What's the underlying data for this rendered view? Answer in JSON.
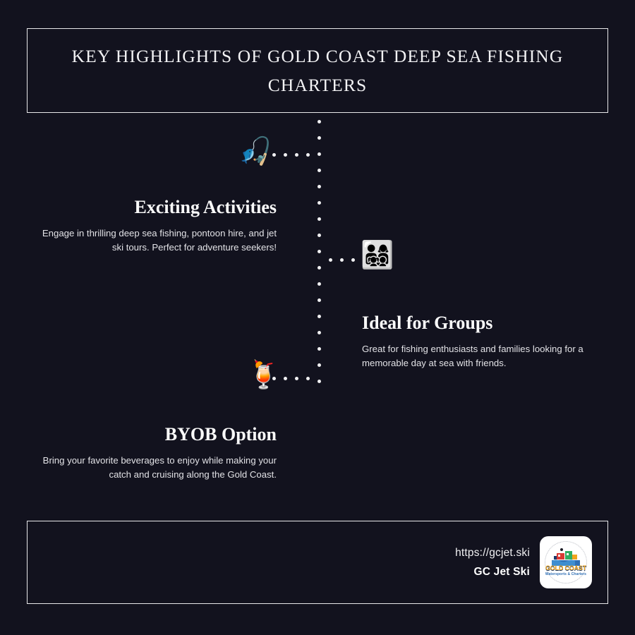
{
  "theme": {
    "background": "#12121e",
    "border": "#e8e8ea",
    "heading_color": "#fafafa",
    "body_color": "#e2e2e6",
    "dot_color": "#f0f0f2"
  },
  "title": {
    "text": "Key Highlights of Gold Coast Deep Sea Fishing Charters"
  },
  "blocks": [
    {
      "id": "activities",
      "icon": "🎣",
      "icon_name": "fishing-pole-emoji",
      "heading": "Exciting Activities",
      "body": "Engage in thrilling deep sea fishing, pontoon hire, and jet ski tours. Perfect for adventure seekers!"
    },
    {
      "id": "groups",
      "icon": "👨‍👩‍👧‍👦",
      "icon_name": "family-emoji",
      "heading": "Ideal for Groups",
      "body": "Great for fishing enthusiasts and families looking for a memorable day at sea with friends."
    },
    {
      "id": "byob",
      "icon": "🍹",
      "icon_name": "tropical-drink-emoji",
      "heading": "BYOB Option",
      "body": "Bring your favorite beverages to enjoy while making your catch and cruising along the Gold Coast."
    }
  ],
  "footer": {
    "url": "https://gcjet.ski",
    "brand": "GC Jet Ski",
    "logo": {
      "word": "GOLD COAST",
      "sub": "Watersports & Charters"
    }
  }
}
